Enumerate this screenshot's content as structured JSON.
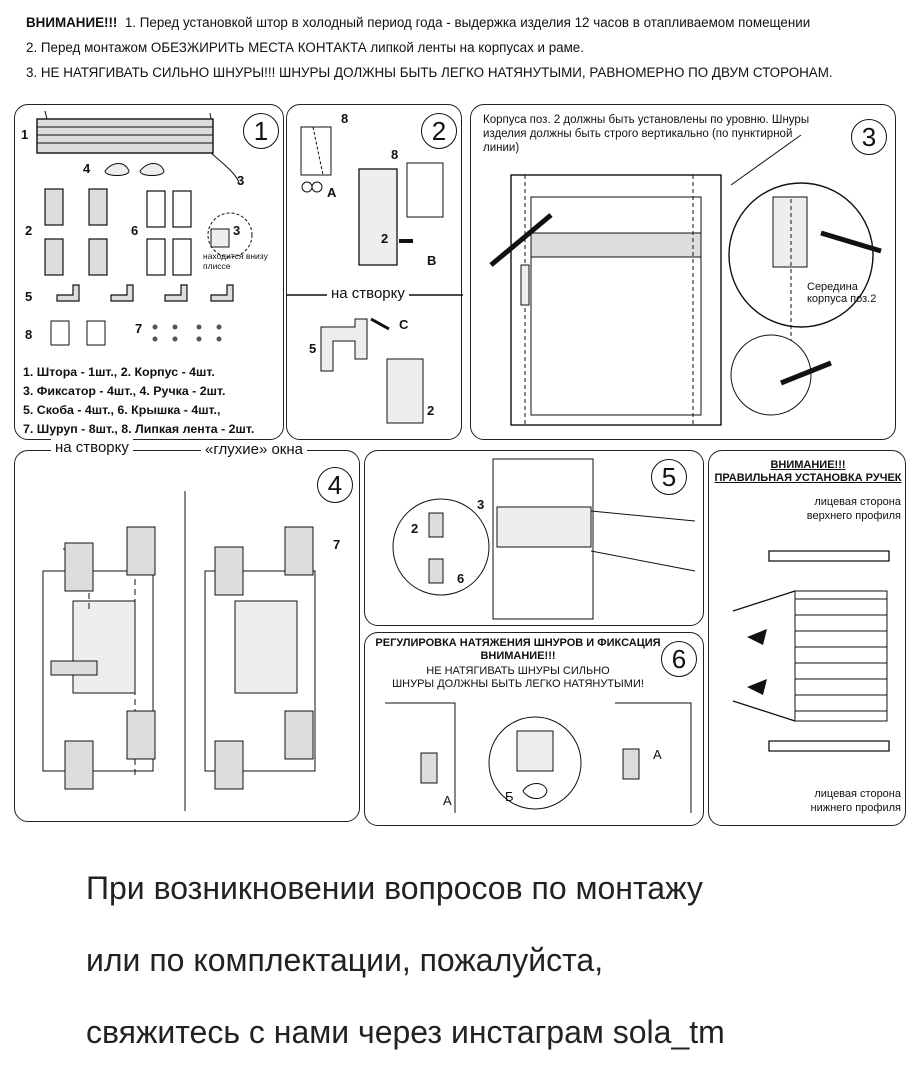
{
  "header": {
    "line1_bold": "ВНИМАНИЕ!!!",
    "line1_rest": "1. Перед установкой штор в холодный период года - выдержка изделия 12 часов в отапливаемом помещении",
    "line2": "2. Перед монтажом ОБЕЗЖИРИТЬ МЕСТА КОНТАКТА липкой ленты на корпусах и раме.",
    "line3": "3. НЕ НАТЯГИВАТЬ СИЛЬНО ШНУРЫ!!! ШНУРЫ ДОЛЖНЫ БЫТЬ ЛЕГКО НАТЯНУТЫМИ, РАВНОМЕРНО ПО ДВУМ СТОРОНАМ."
  },
  "panel1": {
    "step": "1",
    "labels": {
      "n1": "1",
      "n4": "4",
      "n3": "3",
      "n2": "2",
      "n6": "6",
      "n3b": "3",
      "n5": "5",
      "n8": "8",
      "n7": "7"
    },
    "note": "находится внизу плиссе",
    "legend": [
      "1. Штора - 1шт.,   2. Корпус - 4шт.",
      "3. Фиксатор - 4шт.,  4. Ручка - 2шт.",
      "5. Скоба - 4шт.,  6. Крышка - 4шт.,",
      "7. Шуруп - 8шт., 8. Липкая лента - 2шт."
    ]
  },
  "panel2": {
    "step": "2",
    "labels": {
      "n8a": "8",
      "a": "A",
      "n8b": "8",
      "n2": "2",
      "b": "B",
      "n5": "5",
      "c": "C",
      "n2b": "2"
    },
    "section": "на створку"
  },
  "panel3": {
    "step": "3",
    "text": "Корпуса поз. 2 должны быть установлены по уровню. Шнуры изделия должны быть строго вертикально (по пунктирной линии)",
    "middle": "Середина корпуса поз.2"
  },
  "panel4": {
    "step": "4",
    "section_left": "на створку",
    "section_right": "«глухие» окна",
    "screw": "7"
  },
  "panel5": {
    "step": "5",
    "labels": {
      "n3": "3",
      "n2": "2",
      "n6": "6"
    }
  },
  "panel6": {
    "step": "6",
    "title": "РЕГУЛИРОВКА НАТЯЖЕНИЯ ШНУРОВ И ФИКСАЦИЯ",
    "attention": "ВНИМАНИЕ!!!",
    "line1": "НЕ НАТЯГИВАТЬ ШНУРЫ СИЛЬНО",
    "line2": "ШНУРЫ ДОЛЖНЫ БЫТЬ ЛЕГКО НАТЯНУТЫМИ!",
    "a": "А",
    "b": "Б"
  },
  "panel7": {
    "title1": "ВНИМАНИЕ!!!",
    "title2": "ПРАВИЛЬНАЯ УСТАНОВКА РУЧЕК",
    "top_label": "лицевая сторона верхнего профиля",
    "bottom_label": "лицевая сторона нижнего профиля"
  },
  "footer": {
    "line1": "При возникновении вопросов по монтажу",
    "line2": "или по комплектации, пожалуйста,",
    "line3": "свяжитесь с нами через инстаграм sola_tm"
  }
}
